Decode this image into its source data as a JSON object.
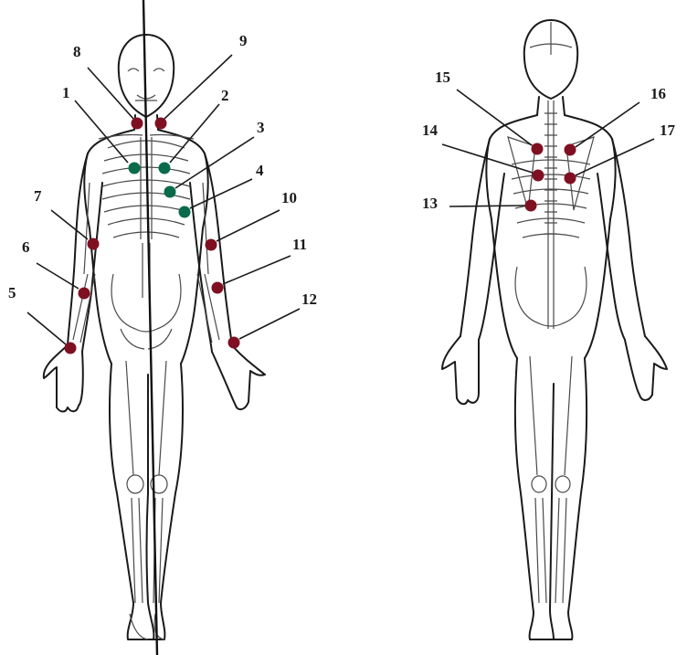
{
  "figure": {
    "colors": {
      "red_point": "#7f1022",
      "green_point": "#0a6b4c",
      "outline": "#1a1a1a"
    },
    "front_view": {
      "points": [
        {
          "label": "1",
          "kind": "green"
        },
        {
          "label": "2",
          "kind": "green"
        },
        {
          "label": "3",
          "kind": "green"
        },
        {
          "label": "4",
          "kind": "green"
        },
        {
          "label": "5",
          "kind": "red"
        },
        {
          "label": "6",
          "kind": "red"
        },
        {
          "label": "7",
          "kind": "red"
        },
        {
          "label": "8",
          "kind": "red"
        },
        {
          "label": "9",
          "kind": "red"
        },
        {
          "label": "10",
          "kind": "red"
        },
        {
          "label": "11",
          "kind": "red"
        },
        {
          "label": "12",
          "kind": "red"
        }
      ]
    },
    "back_view": {
      "points": [
        {
          "label": "13",
          "kind": "red"
        },
        {
          "label": "14",
          "kind": "red"
        },
        {
          "label": "15",
          "kind": "red"
        },
        {
          "label": "16",
          "kind": "red"
        },
        {
          "label": "17",
          "kind": "red"
        }
      ]
    }
  }
}
